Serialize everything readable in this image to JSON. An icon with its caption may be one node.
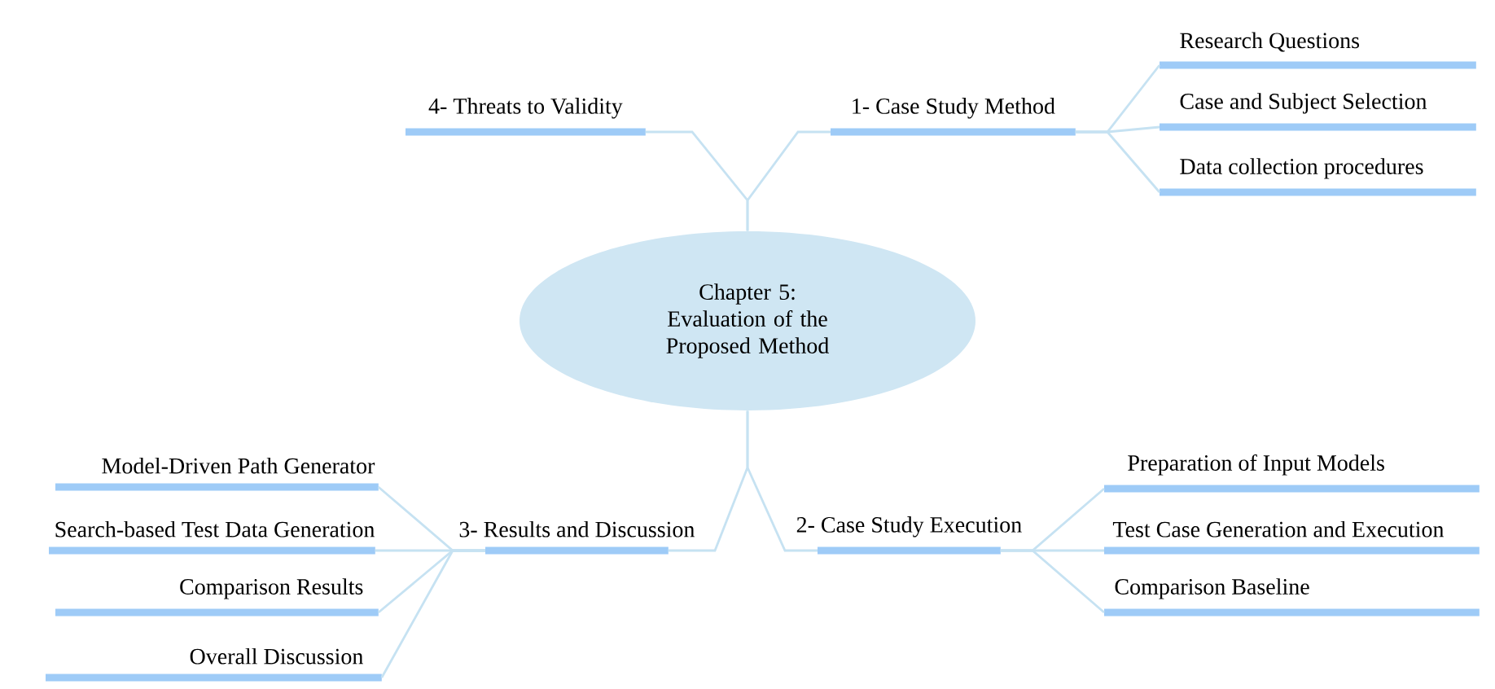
{
  "diagram": {
    "nodes": [
      {
        "text": [
          "Chapter 5: Evaluation of the Proposed Method"
        ]
      },
      {
        "text": [
          "1- Case Study Method"
        ]
      },
      {
        "text": [
          "Research Questions"
        ]
      },
      {
        "text": [
          "Case and Subject Selection"
        ]
      },
      {
        "text": [
          "Data collection procedures"
        ]
      },
      {
        "text": [
          "2- Case Study Execution"
        ]
      },
      {
        "text": [
          "Preparation of Input Models"
        ]
      },
      {
        "text": [
          "Test Case Generation and Execution"
        ]
      },
      {
        "text": [
          "Comparison Baseline"
        ]
      },
      {
        "text": [
          "3- Results and Discussion"
        ]
      },
      {
        "text": [
          "Model-Driven Path Generator"
        ]
      },
      {
        "text": [
          "Search-based Test Data Generation"
        ]
      },
      {
        "text": [
          "Comparison Results"
        ]
      },
      {
        "text": [
          "Overall Discussion"
        ]
      },
      {
        "text": [
          "4- Threats to Validity"
        ]
      }
    ],
    "edges": [
      {
        "from": 0,
        "to": 1,
        "arrow": "none"
      },
      {
        "from": 0,
        "to": 14,
        "arrow": "none"
      },
      {
        "from": 0,
        "to": 5,
        "arrow": "none"
      },
      {
        "from": 0,
        "to": 9,
        "arrow": "none"
      },
      {
        "from": 1,
        "to": 2,
        "arrow": "none"
      },
      {
        "from": 1,
        "to": 3,
        "arrow": "none"
      },
      {
        "from": 1,
        "to": 4,
        "arrow": "none"
      },
      {
        "from": 5,
        "to": 6,
        "arrow": "none"
      },
      {
        "from": 5,
        "to": 7,
        "arrow": "none"
      },
      {
        "from": 5,
        "to": 8,
        "arrow": "none"
      },
      {
        "from": 9,
        "to": 10,
        "arrow": "none"
      },
      {
        "from": 9,
        "to": 11,
        "arrow": "none"
      },
      {
        "from": 9,
        "to": 12,
        "arrow": "none"
      },
      {
        "from": 9,
        "to": 13,
        "arrow": "none"
      }
    ]
  }
}
